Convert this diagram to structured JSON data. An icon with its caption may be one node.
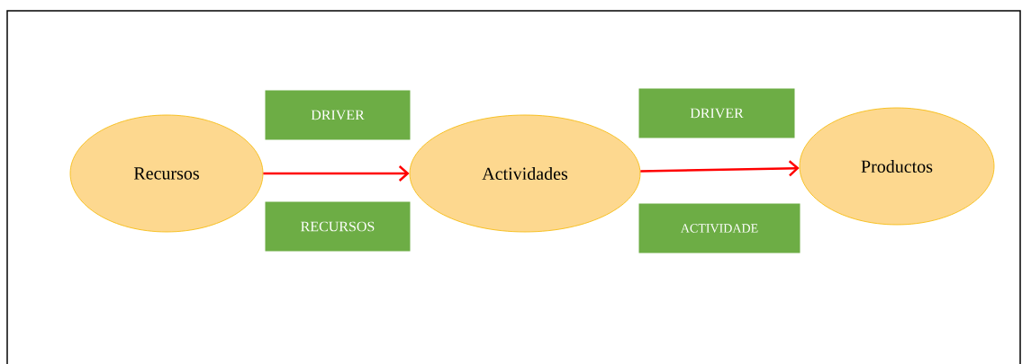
{
  "diagram": {
    "nodes": [
      {
        "text": [
          "Recursos"
        ]
      },
      {
        "text": [
          "Actividades"
        ]
      },
      {
        "text": [
          "Productos"
        ]
      },
      {
        "text": [
          "DRIVER"
        ]
      },
      {
        "text": [
          "RECURSOS"
        ]
      },
      {
        "text": [
          "DRIVER"
        ]
      },
      {
        "text": [
          "ACTIVIDADE"
        ]
      }
    ],
    "edges": [
      {
        "from": 0,
        "to": 1,
        "arrow": "to"
      },
      {
        "from": 1,
        "to": 2,
        "arrow": "to"
      }
    ]
  }
}
